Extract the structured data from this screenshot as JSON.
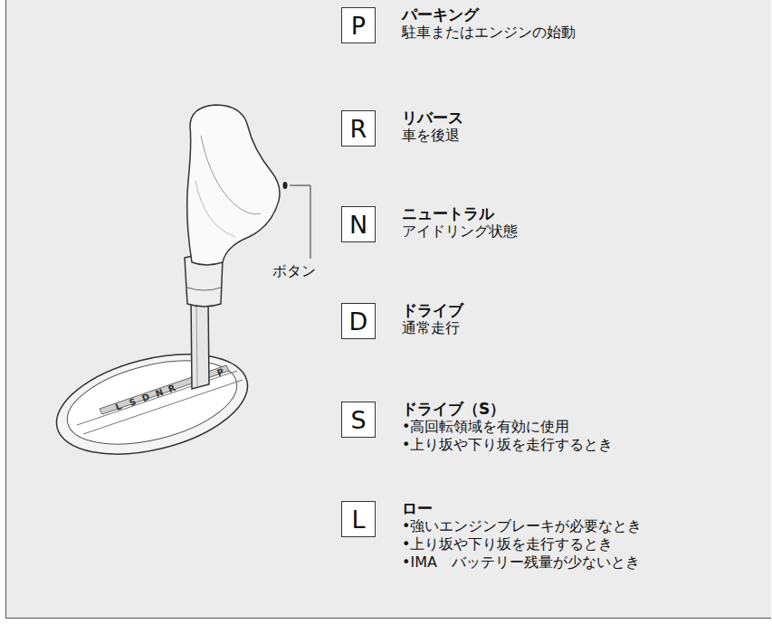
{
  "diagram": {
    "nodes": [
      {
        "text": [
          "P",
          "パーキング",
          "駐車またはエンジンの始動"
        ]
      },
      {
        "text": [
          "R",
          "リバース",
          "車を後退"
        ]
      },
      {
        "text": [
          "N",
          "ニュートラル",
          "アイドリング状態"
        ]
      },
      {
        "text": [
          "D",
          "ドライブ",
          "通常走行"
        ]
      },
      {
        "text": [
          "S",
          "ドライブ（S）",
          "•高回転領域を有効に使用",
          "•上り坂や下り坂を走行するとき"
        ]
      },
      {
        "text": [
          "L",
          "ロー",
          "•強いエンジンブレーキが必要なとき",
          "•上り坂や下り坂を走行するとき",
          "•IMA　バッテリー残量が少ないとき"
        ]
      }
    ],
    "labels": [
      "ボタン",
      "P",
      "R",
      "N",
      "D",
      "S",
      "L"
    ]
  }
}
